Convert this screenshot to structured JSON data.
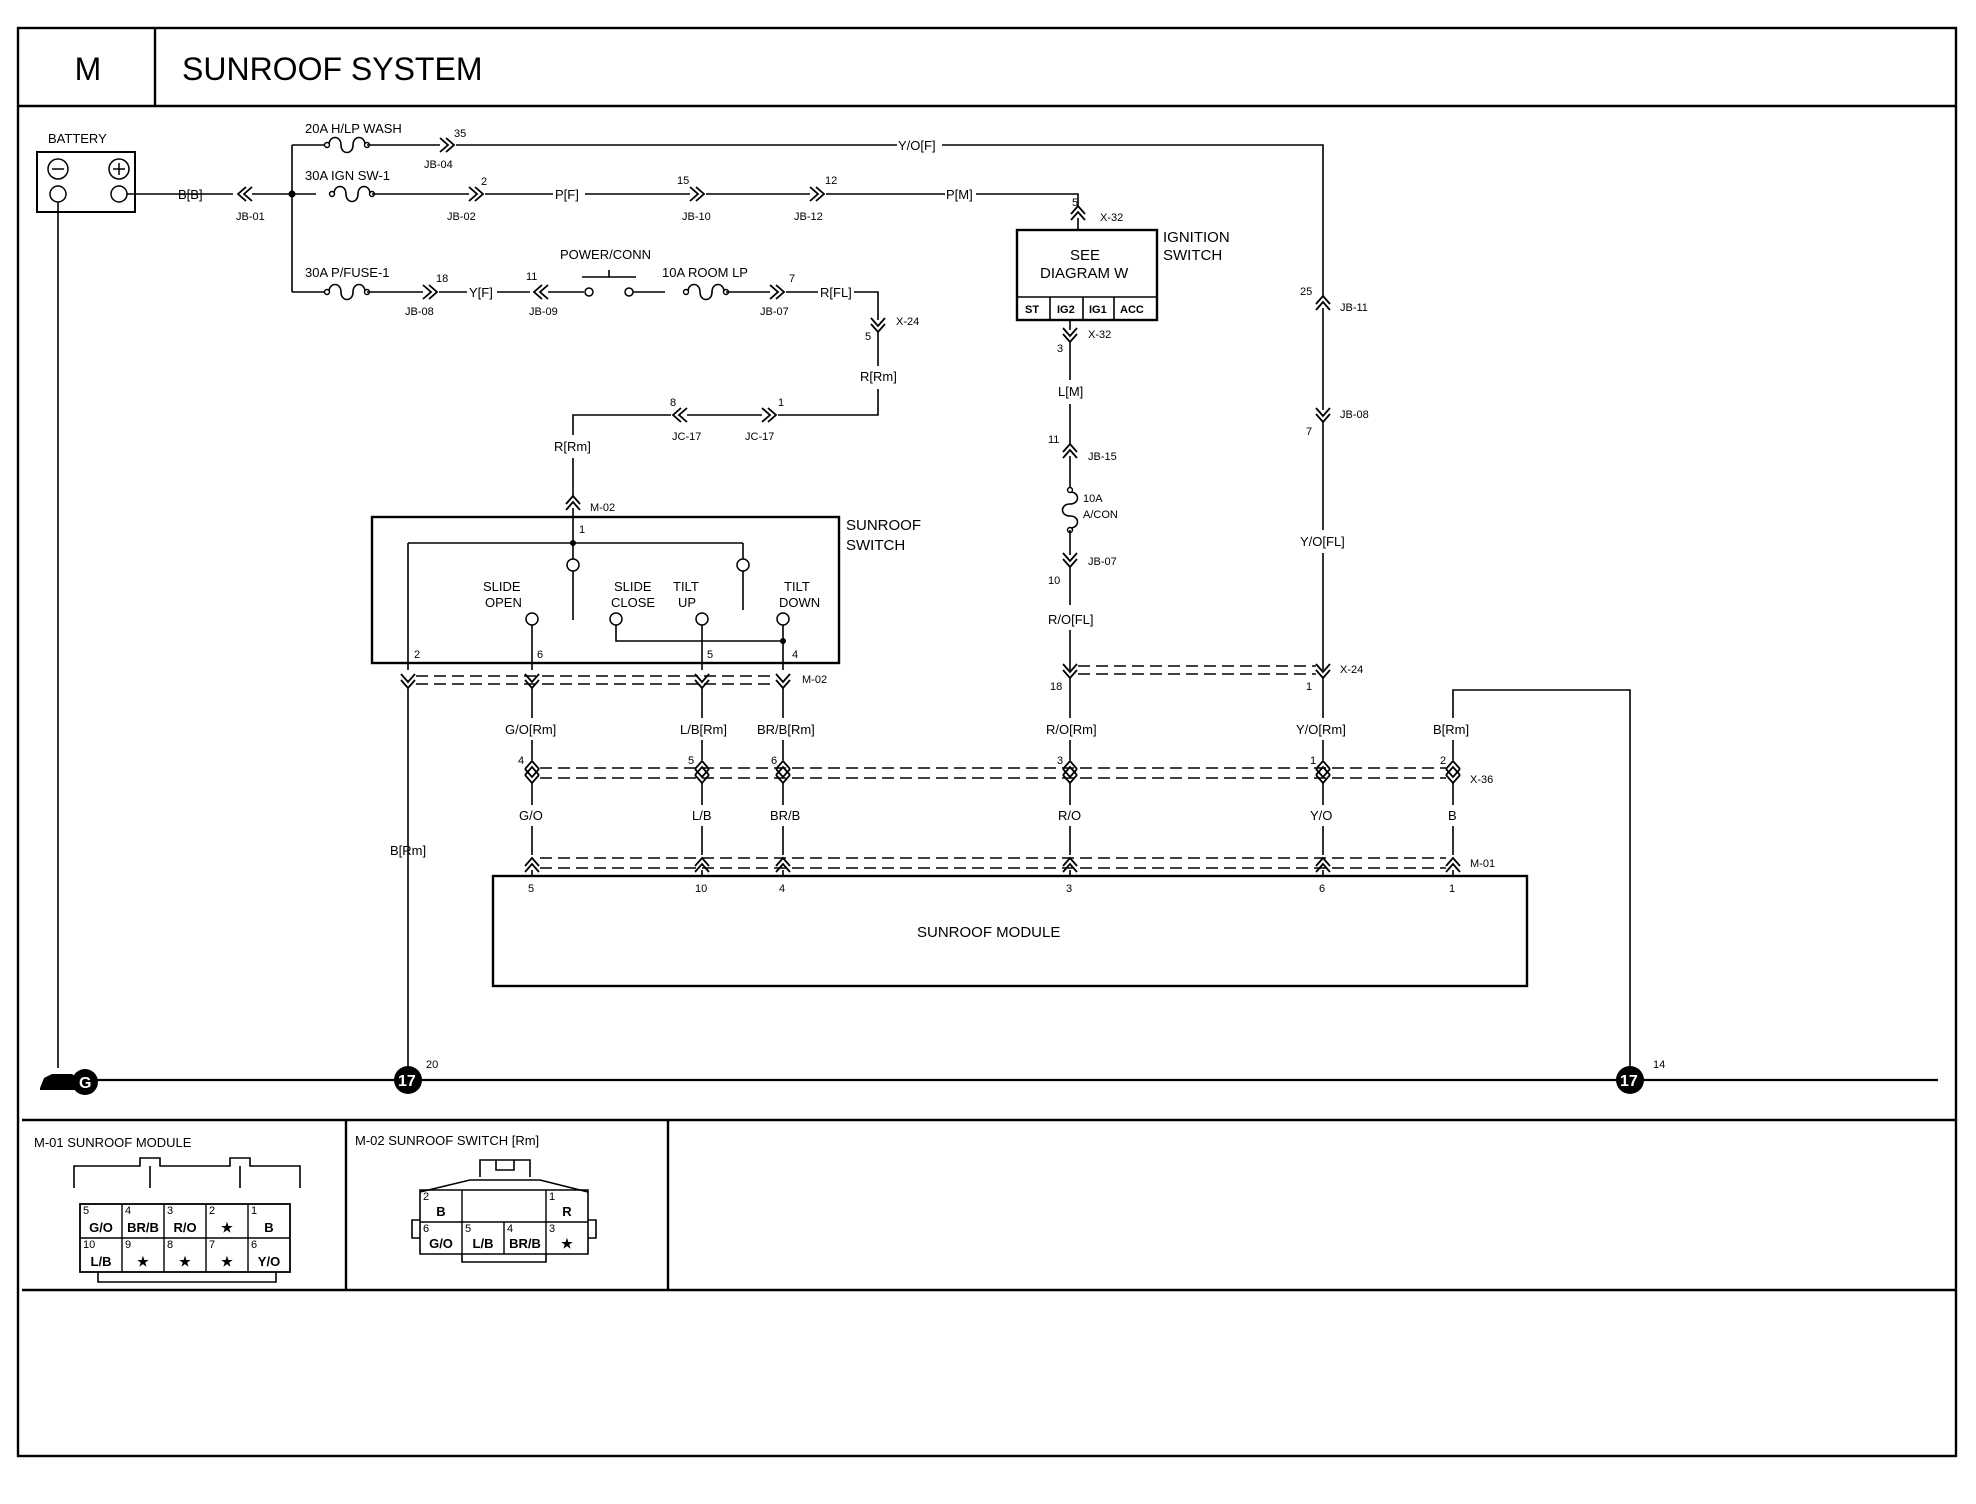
{
  "header": {
    "section_letter": "M",
    "title": "SUNROOF SYSTEM"
  },
  "battery": {
    "label": "BATTERY"
  },
  "fuses": {
    "hlp_wash": "20A H/LP WASH",
    "ign_sw": "30A IGN SW-1",
    "p_fuse": "30A P/FUSE-1",
    "room_lp": "10A ROOM LP",
    "acon_amp": "10A",
    "acon_name": "A/CON"
  },
  "power_conn": "POWER/CONN",
  "connectors": {
    "jb01": "JB-01",
    "jb04": "JB-04",
    "jb02": "JB-02",
    "jb10": "JB-10",
    "jb12": "JB-12",
    "jb08": "JB-08",
    "jb09": "JB-09",
    "jb07": "JB-07",
    "x32": "X-32",
    "x24": "X-24",
    "jc17": "JC-17",
    "m02": "M-02",
    "jb15": "JB-15",
    "jb11": "JB-11",
    "x36": "X-36",
    "m01": "M-01"
  },
  "pins": {
    "p35": "35",
    "p2": "2",
    "p15": "15",
    "p12": "12",
    "p5": "5",
    "p18": "18",
    "p11": "11",
    "p7": "7",
    "p8": "8",
    "p1": "1",
    "p3": "3",
    "p10": "10",
    "p25": "25",
    "p6": "6",
    "p4": "4",
    "p20": "20",
    "p14": "14"
  },
  "wires": {
    "bb": "B[B]",
    "yof": "Y/O[F]",
    "pf": "P[F]",
    "pm": "P[M]",
    "yf": "Y[F]",
    "rfl": "R[FL]",
    "rrm": "R[Rm]",
    "lm": "L[M]",
    "rofl": "R/O[FL]",
    "yofl": "Y/O[FL]",
    "gorm": "G/O[Rm]",
    "lbrm": "L/B[Rm]",
    "brbrm": "BR/B[Rm]",
    "rorm": "R/O[Rm]",
    "yorm": "Y/O[Rm]",
    "brm": "B[Rm]",
    "go": "G/O",
    "lb": "L/B",
    "brb": "BR/B",
    "ro": "R/O",
    "yo": "Y/O",
    "b": "B"
  },
  "ignition": {
    "see": "SEE",
    "diagram": "DIAGRAM  W",
    "name1": "IGNITION",
    "name2": "SWITCH",
    "positions": [
      "ST",
      "IG2",
      "IG1",
      "ACC"
    ]
  },
  "sunroof_switch": {
    "name1": "SUNROOF",
    "name2": "SWITCH",
    "slide_open1": "SLIDE",
    "slide_open2": "OPEN",
    "slide_close1": "SLIDE",
    "slide_close2": "CLOSE",
    "tilt_up1": "TILT",
    "tilt_up2": "UP",
    "tilt_down1": "TILT",
    "tilt_down2": "DOWN"
  },
  "sunroof_module": {
    "label": "SUNROOF MODULE"
  },
  "ground": {
    "letter": "G",
    "node": "17"
  },
  "connector_views": {
    "m01_title": "M-01 SUNROOF MODULE",
    "m01_top": [
      {
        "pin": "5",
        "wire": "G/O"
      },
      {
        "pin": "4",
        "wire": "BR/B"
      },
      {
        "pin": "3",
        "wire": "R/O"
      },
      {
        "pin": "2",
        "wire": "★"
      },
      {
        "pin": "1",
        "wire": "B"
      }
    ],
    "m01_bottom": [
      {
        "pin": "10",
        "wire": "L/B"
      },
      {
        "pin": "9",
        "wire": "★"
      },
      {
        "pin": "8",
        "wire": "★"
      },
      {
        "pin": "7",
        "wire": "★"
      },
      {
        "pin": "6",
        "wire": "Y/O"
      }
    ],
    "m02_title": "M-02 SUNROOF SWITCH [Rm]",
    "m02_top": [
      {
        "pin": "2",
        "wire": "B"
      },
      {
        "pin": "1",
        "wire": "R"
      }
    ],
    "m02_bottom": [
      {
        "pin": "6",
        "wire": "G/O"
      },
      {
        "pin": "5",
        "wire": "L/B"
      },
      {
        "pin": "4",
        "wire": "BR/B"
      },
      {
        "pin": "3",
        "wire": "★"
      }
    ]
  }
}
